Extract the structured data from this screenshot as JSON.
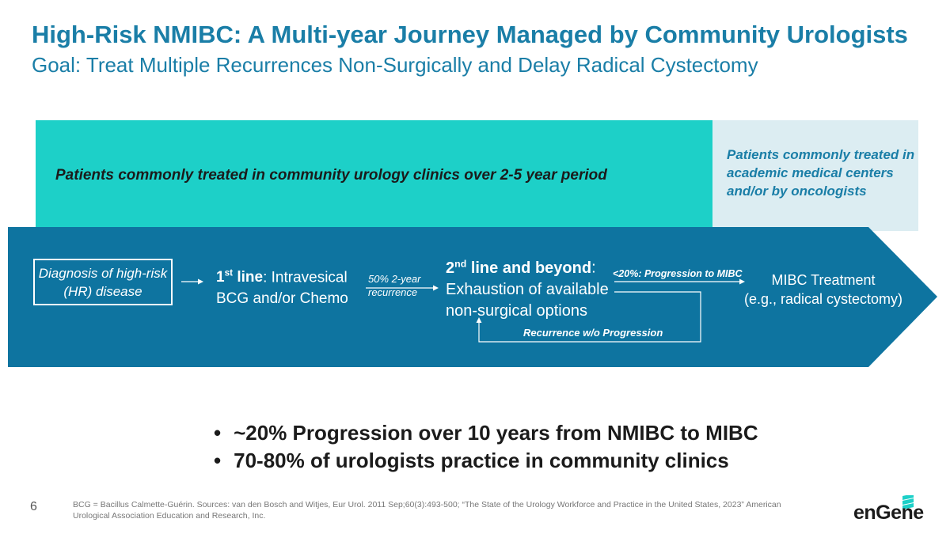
{
  "header": {
    "title": "High-Risk NMIBC: A Multi-year Journey Managed by Community Urologists",
    "subtitle": "Goal: Treat Multiple Recurrences Non-Surgically and Delay Radical Cystectomy"
  },
  "bands": {
    "community": "Patients commonly treated in community urology clinics over 2-5 year period",
    "academic": "Patients commonly treated in academic medical centers and/or by oncologists"
  },
  "flow": {
    "diagnosis": "Diagnosis of high-risk (HR) disease",
    "first_line_bold": "1",
    "first_line_sup": "st",
    "first_line_word": " line",
    "first_line_rest": ": Intravesical BCG and/or Chemo",
    "recurrence_label_1": "50%  2-year",
    "recurrence_label_2": "recurrence",
    "second_line_bold": "2",
    "second_line_sup": "nd",
    "second_line_word": " line and beyond",
    "second_line_rest": ": Exhaustion of available non-surgical options",
    "progression_label": "<20%: Progression to MIBC",
    "recurrence_wo_label": "Recurrence w/o Progression",
    "mibc_title": "MIBC Treatment",
    "mibc_sub": "(e.g., radical cystectomy)"
  },
  "bullets": [
    "~20% Progression over 10 years from NMIBC to MIBC",
    "70-80% of urologists practice in community clinics"
  ],
  "footer": {
    "page_number": "6",
    "footnote": "BCG = Bacillus Calmette-Guérin. Sources: van den Bosch and Witjes, Eur Urol. 2011 Sep;60(3):493-500; “The State of the Urology Workforce and Practice in the United States, 2023” American Urological Association Education and Research, Inc.",
    "logo": "enGene"
  },
  "colors": {
    "title": "#1a7ea7",
    "community_band": "#1dd0c8",
    "academic_band": "#dcedf2",
    "flow_arrow": "#0e74a0"
  }
}
